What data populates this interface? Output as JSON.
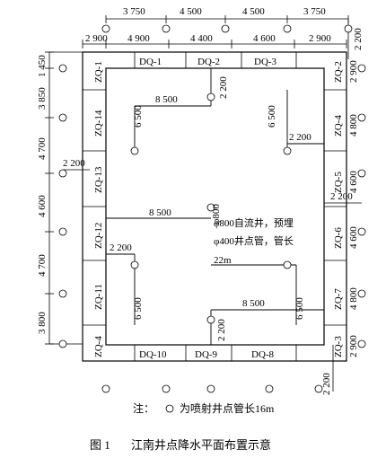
{
  "figure": {
    "caption_number": "图 1",
    "caption_text": "江南井点降水平面布置示意",
    "note_prefix": "注：",
    "note_text": "为喷射井点管长16m",
    "annotation_line1": "φ800自流井，预埋",
    "annotation_line2": "φ400井点管，管长",
    "annotation_line3": "22m",
    "rotated_800": "φ800"
  },
  "dims": {
    "top_outer": [
      "3 750",
      "4 500",
      "4 500",
      "3 750"
    ],
    "top_inner": [
      "2 900",
      "4 900",
      "4 400",
      "4 600",
      "2 900"
    ],
    "top_right": "2 200",
    "left": [
      "1 450",
      "3 850",
      "4 700",
      "4 600",
      "4 700",
      "3 800"
    ],
    "left_inner": "2 200",
    "right_inner": [
      "2 900",
      "4 800",
      "4 600",
      "4 600",
      "4 800",
      "2 900"
    ],
    "right_small": "2 200",
    "bottom_right": "2 200",
    "spans": [
      "8 500",
      "8 500",
      "8 500"
    ],
    "verticals": [
      "6 500",
      "6 500",
      "6 500",
      "6 500"
    ],
    "small": [
      "2 200",
      "2 200",
      "2 200",
      "2 200"
    ]
  },
  "labels": {
    "dq": [
      "DQ-1",
      "DQ-2",
      "DQ-3",
      "DQ-10",
      "DQ-9",
      "DQ-8"
    ],
    "zq_left": [
      "ZQ-1",
      "ZQ-14",
      "ZQ-13",
      "ZQ-12",
      "ZQ-11",
      "ZQ-4"
    ],
    "zq_right": [
      "ZQ-2",
      "ZQ-4",
      "ZQ-5",
      "ZQ-6",
      "ZQ-7",
      "ZQ-3"
    ]
  }
}
